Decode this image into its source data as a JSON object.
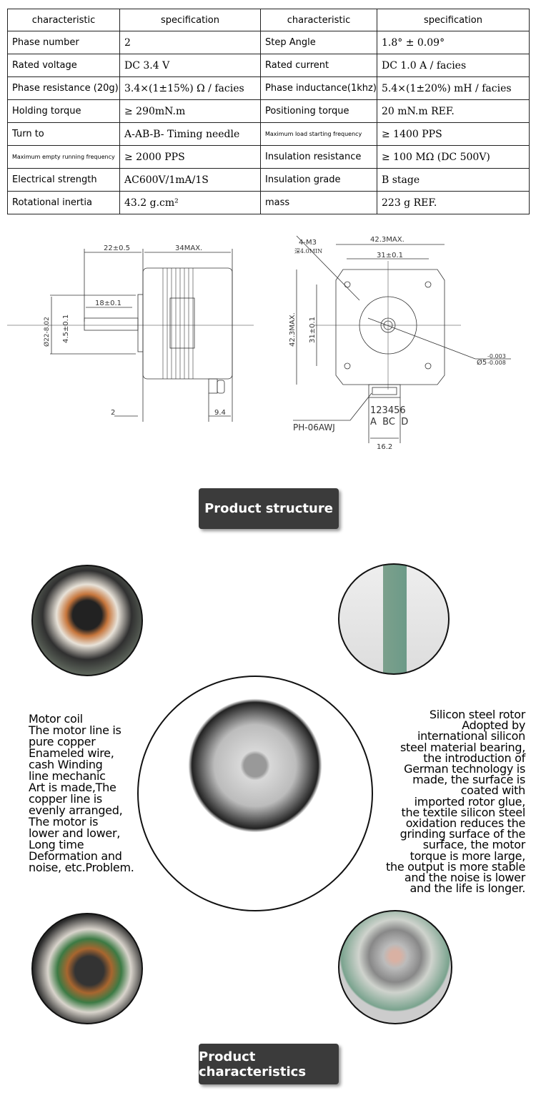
{
  "spec_table": {
    "headers": [
      "characteristic",
      "specification",
      "characteristic",
      "specification"
    ],
    "rows": [
      [
        "Phase number",
        "2",
        "Step Angle",
        "1.8°  ± 0.09°"
      ],
      [
        "Rated voltage",
        "DC 3.4 V",
        "Rated current",
        "DC  1.0 A / facies"
      ],
      [
        "Phase resistance (20g)",
        "3.4×(1±15%) Ω / facies",
        "Phase inductance(1khz)",
        "5.4×(1±20%) mH / facies"
      ],
      [
        "Holding torque",
        "≥ 290mN.m",
        "Positioning torque",
        "20 mN.m  REF."
      ],
      [
        "Turn to",
        "A-AB-B- Timing needle",
        "Maximum load starting frequency",
        "≥ 1400 PPS"
      ],
      [
        "Maximum empty running frequency",
        "≥ 2000 PPS",
        "Insulation resistance",
        "≥ 100 MΩ (DC 500V)"
      ],
      [
        "Electrical strength",
        "AC600V/1mA/1S",
        "Insulation grade",
        "B  stage"
      ],
      [
        "Rotational inertia",
        "43.2  g.cm²",
        "mass",
        "223 g  REF."
      ]
    ]
  },
  "drawing": {
    "side": {
      "shaft_len": "22±0.5",
      "body_len": "34MAX.",
      "key_len": "18±0.1",
      "flat": "4.5±0.1",
      "boss": "Ø22-8.02",
      "flange": "2",
      "connector": "9.4"
    },
    "front": {
      "holes": "4-M3",
      "depth": "深4.0MIN",
      "width": "42.3MAX.",
      "hole_pitch": "31±0.1",
      "height": "42.3MAX.",
      "hole_pitch_v": "31±0.1",
      "shaft_dia": "Ø5",
      "tol_upper": "-0.003",
      "tol_lower": "-0.008",
      "pins": "123456",
      "phases": "A  BC  D",
      "connector_name": "PH-06AWJ",
      "connector_width": "16.2"
    }
  },
  "structure_button": "Product structure",
  "characteristics_button": "Product characteristics",
  "coil_text": [
    "Motor coil",
    "The motor line is",
    "pure copper",
    "Enameled wire,",
    "cash Winding",
    "line mechanic",
    "Art is made,The",
    "copper line is",
    "evenly arranged,",
    "The motor is",
    "lower and lower,",
    "Long time",
    "Deformation and",
    "noise, etc.Problem."
  ],
  "rotor_text": [
    "Silicon steel rotor",
    "Adopted by",
    "international silicon",
    "steel material bearing,",
    "the introduction of",
    "German technology is",
    "made, the surface is",
    "coated with",
    "imported rotor glue,",
    "the textile silicon steel",
    "oxidation reduces the",
    "grinding surface of the",
    "surface, the motor",
    "torque is more large,",
    "the output is more stable",
    "and the noise is lower",
    "and the life is longer."
  ]
}
